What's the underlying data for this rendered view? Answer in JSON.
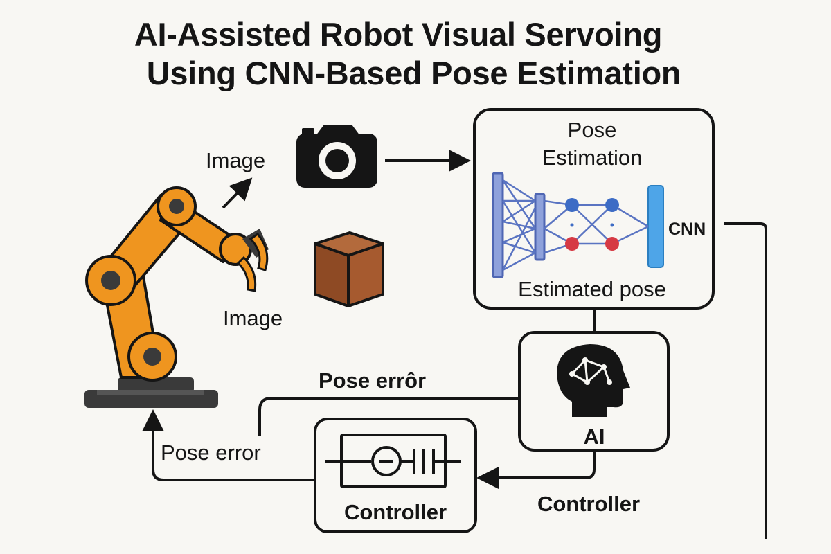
{
  "title": {
    "line1": "AI-Assisted Robot Visual Servoing",
    "line2": "Using CNN-Based Pose Estimation"
  },
  "labels": {
    "image_top": "Image",
    "image_bottom": "Image",
    "pose_estimation_line1": "Pose",
    "pose_estimation_line2": "Estimation",
    "cnn": "CNN",
    "estimated_pose": "Estimated pose",
    "ai": "AI",
    "pose_error_top": "Pose errôr",
    "pose_error_left": "Pose error",
    "controller_box": "Controller",
    "controller_arrow": "Controller"
  },
  "icons": {
    "camera": "camera-icon",
    "object": "cube-icon",
    "robot": "robot-arm-icon",
    "ai": "brain-head-icon",
    "cnn": "neural-network-icon",
    "controller": "circuit-icon"
  },
  "colors": {
    "robot_orange": "#ef951f",
    "robot_dark": "#3a3a3a",
    "cube_brown": "#97522a",
    "cnn_blue": "#6b84c8",
    "cnn_light_blue": "#4ea5e8",
    "node_blue": "#3d6cc5",
    "node_red": "#d63a44",
    "ink": "#151515",
    "background": "#f8f7f3"
  }
}
